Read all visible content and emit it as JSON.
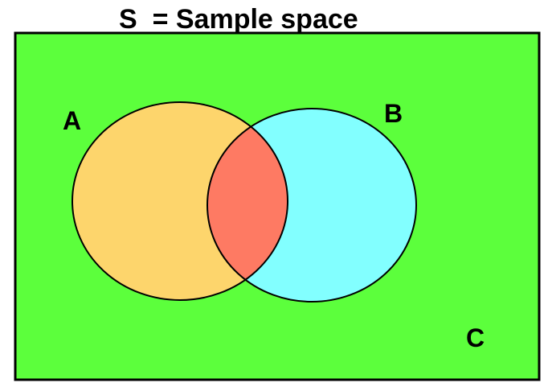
{
  "title": "S  = Sample space",
  "labels": {
    "a": "A",
    "b": "B",
    "c": "C"
  },
  "colors": {
    "sample_space": "#5cff3c",
    "set_a": "#fdd56c",
    "set_b": "#82ffff",
    "intersection": "#fe7a63",
    "outline": "#000000"
  }
}
